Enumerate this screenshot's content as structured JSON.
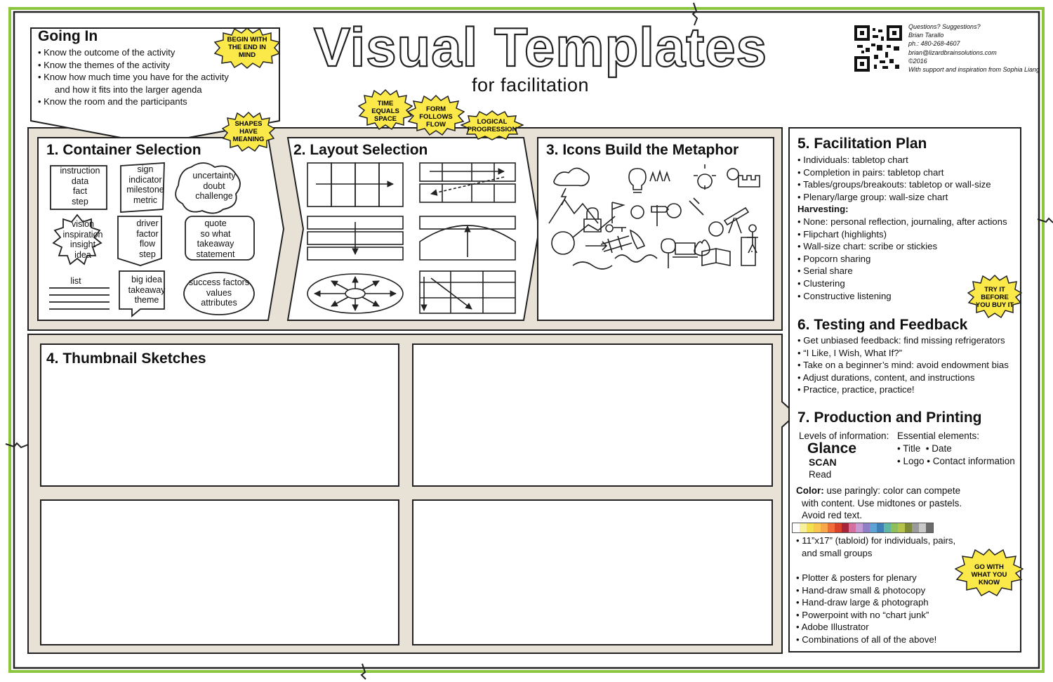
{
  "title": "Visual Templates",
  "subtitle": "for facilitation",
  "contact": {
    "lines": [
      "Questions? Suggestions?",
      "Brian Tarallo",
      "ph.: 480-268-4607",
      "brian@lizardbrainsolutions.com",
      "©2016",
      "With support and inspiration from Sophia Liang"
    ]
  },
  "going_in": {
    "title": "Going In",
    "items": [
      "Know the outcome of the activity",
      "Know the themes of the activity",
      "Know how much time you have for the activity",
      "and how it fits into the larger agenda",
      "Know the room and the participants"
    ]
  },
  "bursts": {
    "begin": [
      "BEGIN WITH",
      "THE END IN",
      "MIND"
    ],
    "shapes": [
      "SHAPES",
      "HAVE",
      "MEANING"
    ],
    "time": [
      "TIME",
      "EQUALS",
      "SPACE"
    ],
    "form": [
      "FORM",
      "FOLLOWS",
      "FLOW"
    ],
    "logical": [
      "LOGICAL",
      "PROGRESSION"
    ],
    "try": [
      "TRY IT",
      "BEFORE",
      "YOU BUY IT"
    ],
    "go": [
      "GO WITH",
      "WHAT YOU",
      "KNOW"
    ]
  },
  "section1": {
    "title": "1. Container Selection",
    "shapes": [
      [
        "instruction",
        "data",
        "fact",
        "step"
      ],
      [
        "sign",
        "indicator",
        "milestone",
        "metric"
      ],
      [
        "uncertainty",
        "doubt",
        "challenge"
      ],
      [
        "vision",
        "inspiration",
        "insight",
        "idea"
      ],
      [
        "driver",
        "factor",
        "flow",
        "step"
      ],
      [
        "quote",
        "so what",
        "takeaway",
        "statement"
      ],
      [
        "list"
      ],
      [
        "big idea",
        "takeaway",
        "theme"
      ],
      [
        "success factors",
        "values",
        "attributes"
      ]
    ]
  },
  "section2": {
    "title": "2. Layout Selection"
  },
  "section3": {
    "title": "3. Icons Build the Metaphor"
  },
  "section4": {
    "title": "4. Thumbnail Sketches"
  },
  "section5": {
    "title": "5. Facilitation Plan",
    "items": [
      "Individuals: tabletop chart",
      "Completion in pairs: tabletop chart",
      "Tables/groups/breakouts: tabletop or wall-size",
      "Plenary/large group: wall-size chart"
    ],
    "harvest_label": "Harvesting:",
    "harvest_items": [
      "None: personal reflection, journaling, after actions",
      "Flipchart (highlights)",
      "Wall-size chart: scribe or stickies",
      "Popcorn sharing",
      "Serial share",
      "Clustering",
      "Constructive listening"
    ]
  },
  "section6": {
    "title": "6. Testing and Feedback",
    "items": [
      "Get unbiased feedback: find missing refrigerators",
      "“I Like, I Wish, What If?”",
      "Take on a beginner’s mind: avoid endowment bias",
      "Adjust durations, content, and instructions",
      "Practice, practice, practice!"
    ]
  },
  "section7": {
    "title": "7. Production and Printing",
    "levels_label": "Levels of information:",
    "glance": "Glance",
    "scan": "SCAN",
    "read": "Read",
    "essential_label": "Essential elements:",
    "essential_1": "• Title  • Date",
    "essential_2": "• Logo • Contact information",
    "color_label": "Color:",
    "color_text_1": "use paringly: color can compete",
    "color_text_2": "with content. Use midtones or pastels.",
    "color_text_3": "Avoid red text.",
    "swatches": [
      "#ffffff",
      "#f7ef9a",
      "#f4e04d",
      "#f9c74f",
      "#f8a84a",
      "#f26b3a",
      "#d9412b",
      "#a8243a",
      "#d46fa0",
      "#c59bd6",
      "#8f7fc7",
      "#5da3d6",
      "#3f7fb8",
      "#5fb6a3",
      "#8fbf5a",
      "#b6c24a",
      "#7c8a3a",
      "#9a9a9a",
      "#c8c8c8",
      "#6b6b6b"
    ],
    "print_items_a": [
      "11”x17” (tabloid) for individuals, pairs,",
      "and small groups"
    ],
    "print_items_b": [
      "Plotter & posters for plenary",
      "Hand-draw small & photocopy",
      "Hand-draw large & photograph",
      "Powerpoint with no “chart junk”",
      "Adobe Illustrator",
      "Combinations of all of the above!"
    ]
  }
}
